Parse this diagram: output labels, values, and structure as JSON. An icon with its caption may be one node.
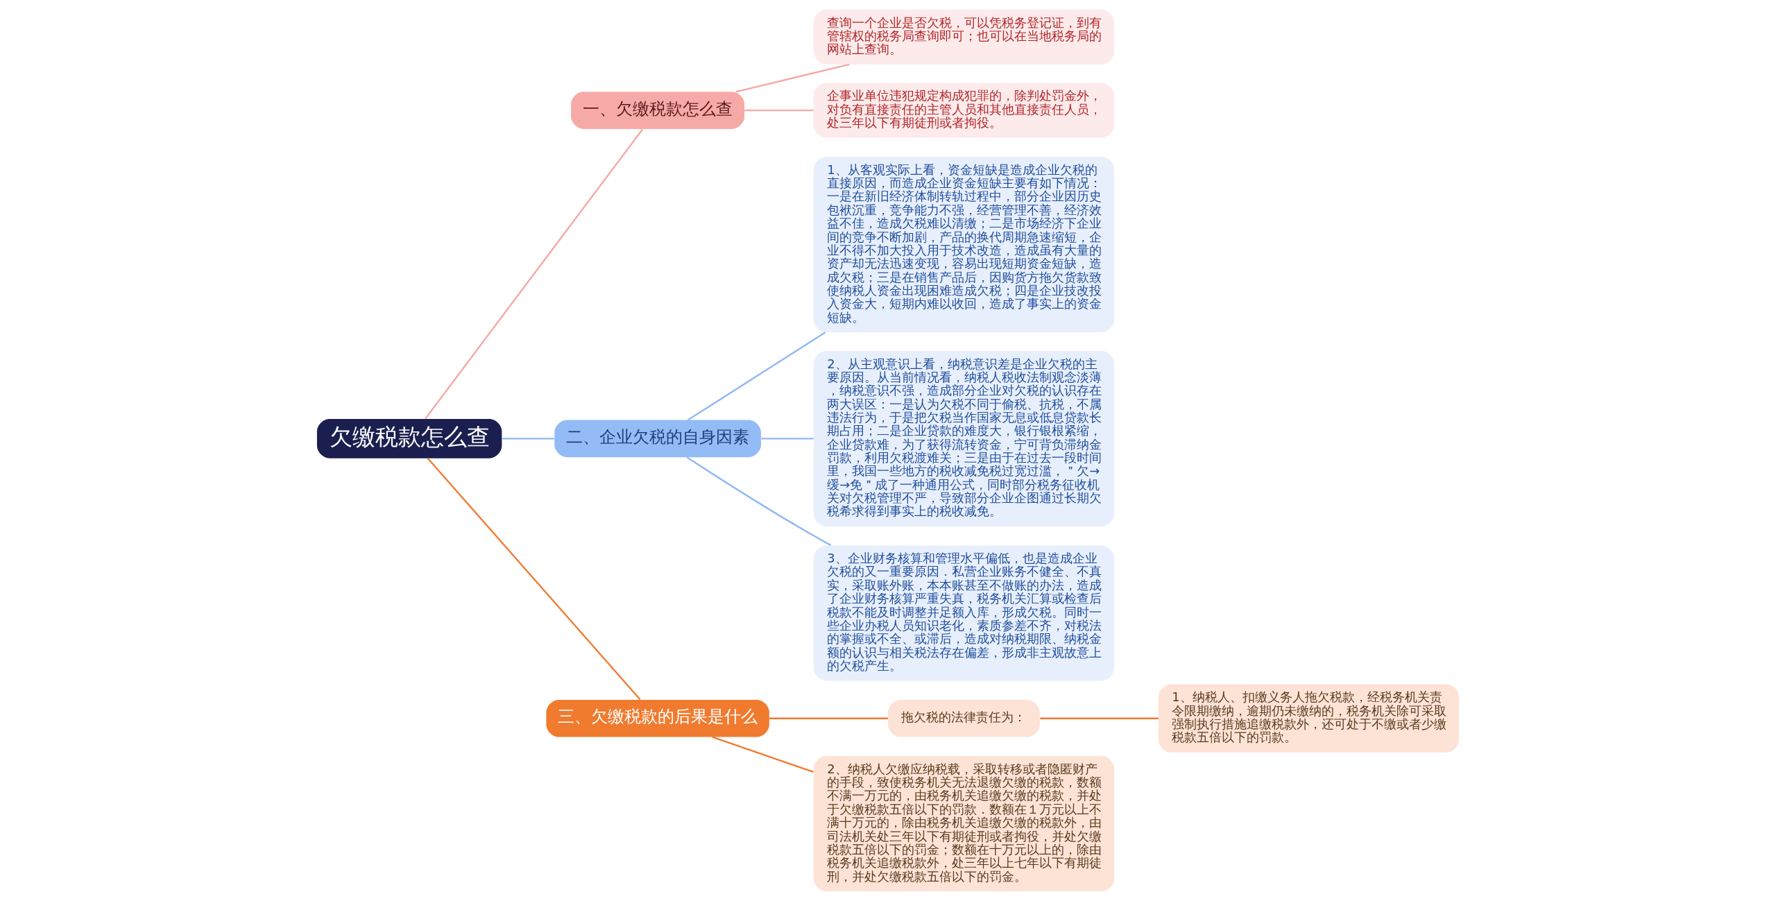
{
  "diagram": {
    "nodes": [
      {
        "text": [
          "欠缴税款怎么查"
        ]
      },
      {
        "text": [
          "一、欠缴税款怎么查"
        ]
      },
      {
        "text": [
          "查询一个企业是否欠税，可以凭税务登记证，到有管辖权的税务局查询即可；也可以在当地税务局的网站上查询。"
        ]
      },
      {
        "text": [
          "企事业单位违犯规定构成犯罪的，除判处罚金外，对负有直接责任的主管人员和其他直接责任人员，处三年以下有期徒刑或者拘役。"
        ]
      },
      {
        "text": [
          "二、企业欠税的自身因素"
        ]
      },
      {
        "text": [
          "1、从客观实际上看，资金短缺是造成企业欠税的直接原因，而造成企业资金短缺主要有如下情况：一是在新旧经济体制转轨过程中，部分企业因历史包袱沉重，竞争能力不强，经营管理不善，经济效益不佳，造成欠税难以清缴；二是市场经济下企业间的竞争不断加剧，产品的换代周期急速缩短，企业不得不加大投入用于技术改造，造成虽有大量的资产却无法迅速变现，容易出现短期资金短缺，造成欠税；三是在销售产品后，因购货方拖欠货款致使纳税人资金出现困难造成欠税；四是企业技改投入资金大，短期内难以收回，造成了事实上的资金短缺。"
        ]
      },
      {
        "text": [
          "2、从主观意识上看，纳税意识差是企业欠税的主要原因。从当前情况看，纳税人税收法制观念淡薄，纳税意识不强，造成部分企业对欠税的认识存在两大误区：一是认为欠税不同于偷税、抗税，不属违法行为，于是把欠税当作国家无息或低息贷款长期占用；二是企业贷款的难度大，银行银根紧缩，企业贷款难，为了获得流转资金，宁可背负滞纳金罚款，利用欠税渡难关；三是由于在过去一段时间里，我国一些地方的税收减免税过宽过滥，＂欠→缓→免＂成了一种通用公式，同时部分税务征收机关对欠税管理不严，导致部分企业企图通过长期欠税希求得到事实上的税收减免。"
        ]
      },
      {
        "text": [
          "3、企业财务核算和管理水平偏低，也是造成企业欠税的又一重要原因．私营企业账务不健全、不真实，采取账外账，本本账甚至不做账的办法，造成了企业财务核算严重失真，税务机关汇算或检查后税款不能及时调整并足额入库，形成欠税。同时一些企业办税人员知识老化，素质参差不齐，对税法的掌握或不全、或滞后，造成对纳税期限、纳税金额的认识与相关税法存在偏差，形成非主观故意上的欠税产生。"
        ]
      },
      {
        "text": [
          "三、欠缴税款的后果是什么"
        ]
      },
      {
        "text": [
          "拖欠税的法律责任为："
        ]
      },
      {
        "text": [
          "1、纳税人、扣缴义务人拖欠税款，经税务机关责令限期缴纳，逾期仍未缴纳的，税务机关除可采取强制执行措施追缴税款外，还可处于不缴或者少缴税款五倍以下的罚款。"
        ]
      },
      {
        "text": [
          "2、纳税人欠缴应纳税载，采取转移或者隐匿财产的手段，致使税务机关无法退缴欠缴的税款，数额不满一万元的，由税务机关追缴欠缴的税款，并处于欠缴税款五倍以下的罚款．数额在１万元以上不满十万元的，除由税务机关追缴欠缴的税款外，由司法机关处三年以下有期徒刑或者拘役，并处欠缴税款五倍以下的罚金；数额在十万元以上的，除由税务机关追缴税款外，处三年以上七年以下有期徒刑，并处欠缴税款五倍以下的罚金。"
        ]
      }
    ],
    "edges": [
      {
        "from": 0,
        "to": 1,
        "arrow": "none",
        "color": "#f4a9a6"
      },
      {
        "from": 1,
        "to": 2,
        "arrow": "none",
        "color": "#f4a9a6"
      },
      {
        "from": 1,
        "to": 3,
        "arrow": "none",
        "color": "#f4a9a6"
      },
      {
        "from": 0,
        "to": 4,
        "arrow": "none",
        "color": "#8fb8f5"
      },
      {
        "from": 4,
        "to": 5,
        "arrow": "none",
        "color": "#8fb8f5"
      },
      {
        "from": 4,
        "to": 6,
        "arrow": "none",
        "color": "#8fb8f5"
      },
      {
        "from": 4,
        "to": 7,
        "arrow": "none",
        "color": "#8fb8f5"
      },
      {
        "from": 0,
        "to": 8,
        "arrow": "none",
        "color": "#f07b2f"
      },
      {
        "from": 8,
        "to": 9,
        "arrow": "none",
        "color": "#f07b2f"
      },
      {
        "from": 9,
        "to": 10,
        "arrow": "none",
        "color": "#f07b2f"
      },
      {
        "from": 8,
        "to": 11,
        "arrow": "none",
        "color": "#f07b2f"
      }
    ]
  }
}
